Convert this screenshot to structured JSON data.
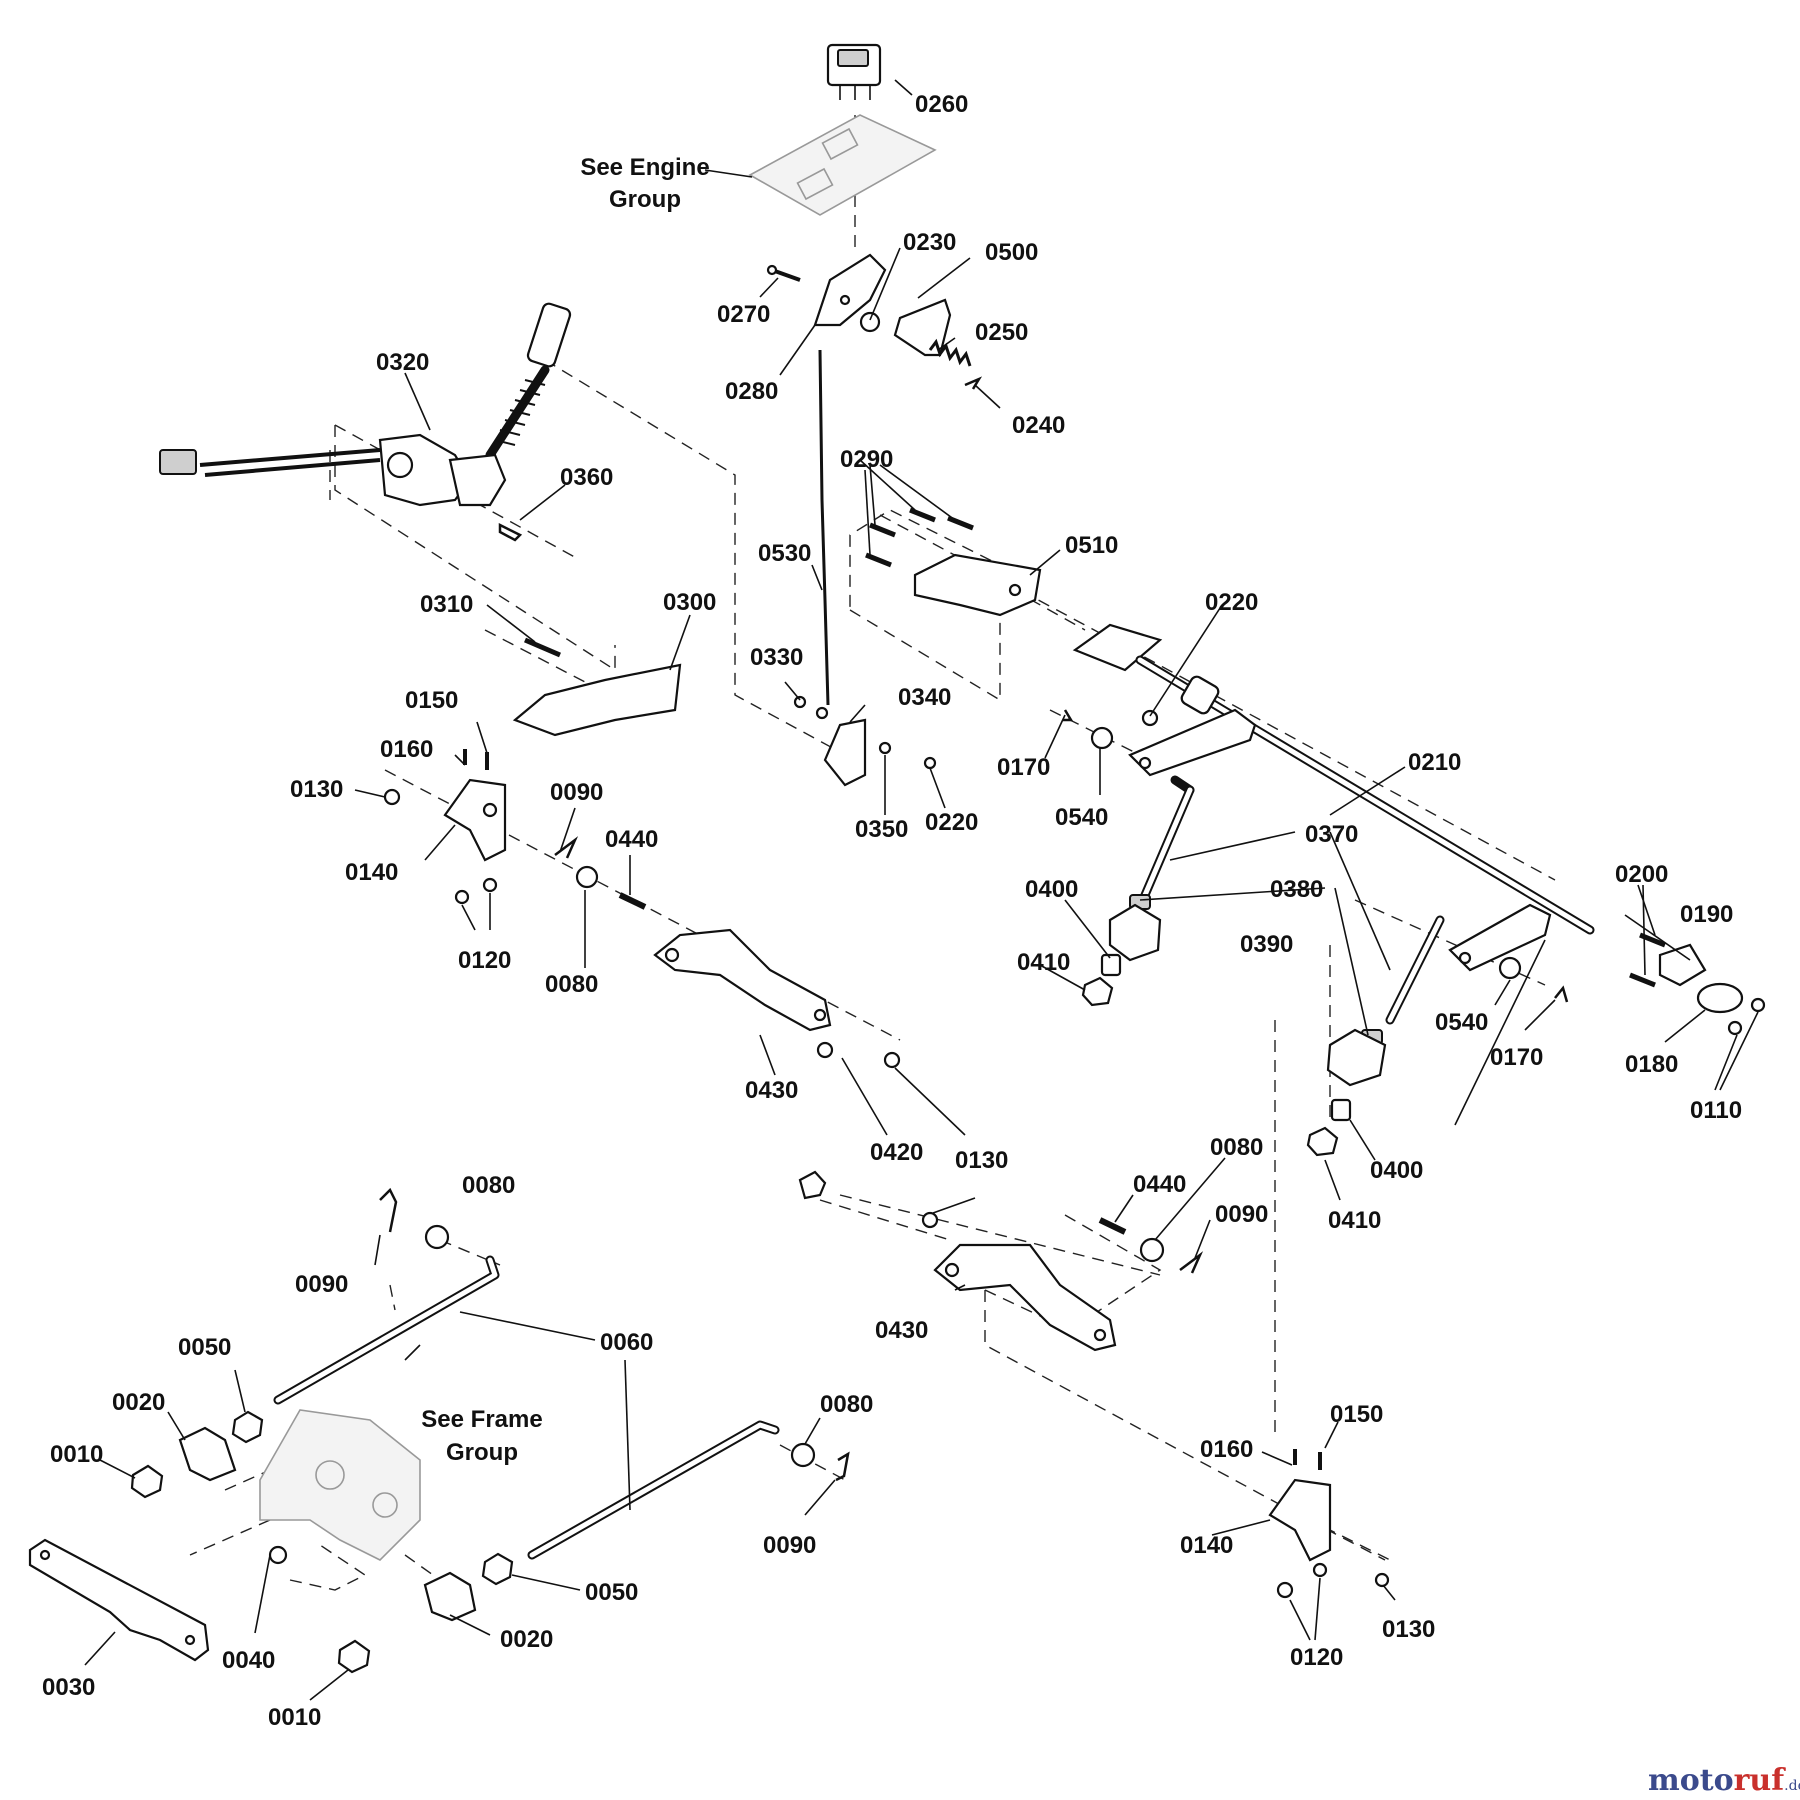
{
  "notes": {
    "engine_group_line1": "See Engine",
    "engine_group_line2": "Group",
    "frame_group_line1": "See Frame",
    "frame_group_line2": "Group"
  },
  "labels": {
    "p0260": "0260",
    "p0230": "0230",
    "p0500": "0500",
    "p0270": "0270",
    "p0250": "0250",
    "p0280": "0280",
    "p0240": "0240",
    "p0320": "0320",
    "p0360": "0360",
    "p0290": "0290",
    "p0510": "0510",
    "p0530": "0530",
    "p0310": "0310",
    "p0300": "0300",
    "p0220a": "0220",
    "p0330": "0330",
    "p0340": "0340",
    "p0150a": "0150",
    "p0160a": "0160",
    "p0130a": "0130",
    "p0170a": "0170",
    "p0210": "0210",
    "p0090a": "0090",
    "p0140a": "0140",
    "p0440a": "0440",
    "p0350": "0350",
    "p0220b": "0220",
    "p0540a": "0540",
    "p0370": "0370",
    "p0200": "0200",
    "p0400a": "0400",
    "p0380": "0380",
    "p0190": "0190",
    "p0120a": "0120",
    "p0080a": "0080",
    "p0410a": "0410",
    "p0390": "0390",
    "p0540b": "0540",
    "p0170b": "0170",
    "p0180": "0180",
    "p0430a": "0430",
    "p0110": "0110",
    "p0420": "0420",
    "p0130b": "0130",
    "p0400b": "0400",
    "p0080b": "0080",
    "p0080c": "0080",
    "p0440b": "0440",
    "p0410b": "0410",
    "p0090b": "0090",
    "p0090c": "0090",
    "p0060": "0060",
    "p0430b": "0430",
    "p0050a": "0050",
    "p0020a": "0020",
    "p0080d": "0080",
    "p0150b": "0150",
    "p0010a": "0010",
    "p0160b": "0160",
    "p0090d": "0090",
    "p0140b": "0140",
    "p0050b": "0050",
    "p0040": "0040",
    "p0020b": "0020",
    "p0130c": "0130",
    "p0120b": "0120",
    "p0030": "0030",
    "p0010b": "0010"
  },
  "watermark": {
    "part1": "moto",
    "part2": "ruf",
    "suffix": ".de"
  }
}
